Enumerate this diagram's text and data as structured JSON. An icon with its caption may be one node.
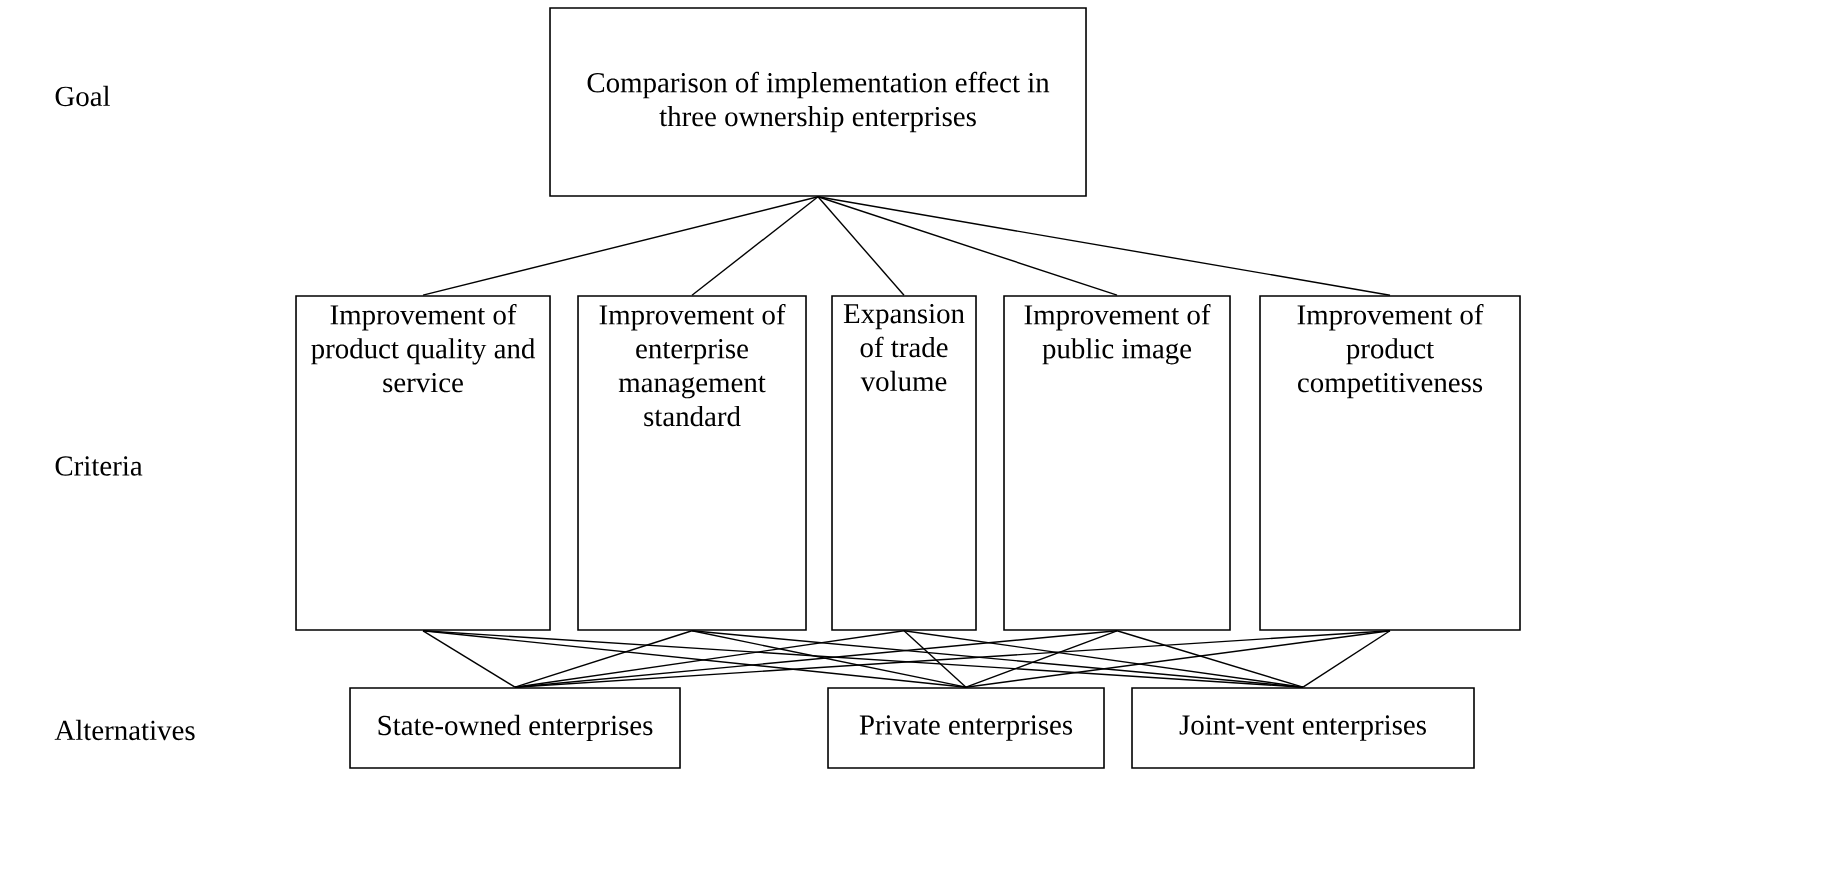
{
  "diagram": {
    "nodes": [
      {
        "text": [
          "Comparison of implementation effect in three ownership enterprises"
        ]
      },
      {
        "text": [
          "Improvement of product quality and service"
        ]
      },
      {
        "text": [
          "Improvement of enterprise management standard"
        ]
      },
      {
        "text": [
          "Expansion of trade volume"
        ]
      },
      {
        "text": [
          "Improvement of public image"
        ]
      },
      {
        "text": [
          "Improvement of product competitiveness"
        ]
      },
      {
        "text": [
          "State-owned enterprises"
        ]
      },
      {
        "text": [
          "Private enterprises"
        ]
      },
      {
        "text": [
          "Joint-vent enterprises"
        ]
      }
    ],
    "edges": [
      {
        "from": 0,
        "to": 1,
        "arrow": "none"
      },
      {
        "from": 0,
        "to": 2,
        "arrow": "none"
      },
      {
        "from": 0,
        "to": 3,
        "arrow": "none"
      },
      {
        "from": 0,
        "to": 4,
        "arrow": "none"
      },
      {
        "from": 0,
        "to": 5,
        "arrow": "none"
      },
      {
        "from": 1,
        "to": 6,
        "arrow": "none"
      },
      {
        "from": 1,
        "to": 7,
        "arrow": "none"
      },
      {
        "from": 1,
        "to": 8,
        "arrow": "none"
      },
      {
        "from": 2,
        "to": 6,
        "arrow": "none"
      },
      {
        "from": 2,
        "to": 7,
        "arrow": "none"
      },
      {
        "from": 2,
        "to": 8,
        "arrow": "none"
      },
      {
        "from": 3,
        "to": 6,
        "arrow": "none"
      },
      {
        "from": 3,
        "to": 7,
        "arrow": "none"
      },
      {
        "from": 3,
        "to": 8,
        "arrow": "none"
      },
      {
        "from": 4,
        "to": 6,
        "arrow": "none"
      },
      {
        "from": 4,
        "to": 7,
        "arrow": "none"
      },
      {
        "from": 4,
        "to": 8,
        "arrow": "none"
      },
      {
        "from": 5,
        "to": 6,
        "arrow": "none"
      },
      {
        "from": 5,
        "to": 7,
        "arrow": "none"
      },
      {
        "from": 5,
        "to": 8,
        "arrow": "none"
      }
    ],
    "labels": [
      "Goal",
      "Criteria",
      "Alternatives"
    ]
  }
}
